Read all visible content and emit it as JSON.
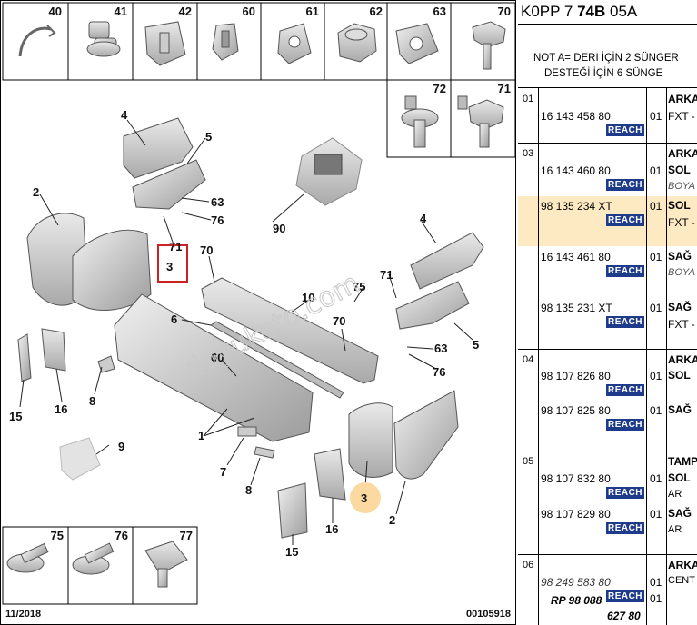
{
  "header": {
    "code_a": "K0PP 7",
    "code_b": "74B",
    "code_c": "05A"
  },
  "note": {
    "line1": "NOT A= DERI İÇİN 2 SÜNGER",
    "line2": "DESTEĞİ İÇİN 6 SÜNGE"
  },
  "reach_label": "REACH",
  "groups": [
    {
      "num": "01",
      "rows": [
        {
          "part": "16 143 458 80",
          "qty": "01",
          "desc": [
            "ARKA",
            "FXT -"
          ]
        }
      ]
    },
    {
      "num": "03",
      "rows": [
        {
          "part": "16 143 460 80",
          "qty": "01",
          "desc": [
            "ARKA",
            "SOL",
            "BOYA"
          ]
        },
        {
          "part": "98 135 234 XT",
          "qty": "01",
          "desc": [
            "SOL",
            "FXT -"
          ]
        },
        {
          "part": "16 143 461 80",
          "qty": "01",
          "desc": [
            "SAĞ",
            "BOYA"
          ]
        },
        {
          "part": "98 135 231 XT",
          "qty": "01",
          "desc": [
            "SAĞ",
            "FXT -"
          ]
        }
      ]
    },
    {
      "num": "04",
      "rows": [
        {
          "part": "98 107 826 80",
          "qty": "01",
          "desc": [
            "ARKA",
            "SOL"
          ]
        },
        {
          "part": "98 107 825 80",
          "qty": "01",
          "desc": [
            "SAĞ"
          ]
        }
      ]
    },
    {
      "num": "05",
      "rows": [
        {
          "part": "98 107 832 80",
          "qty": "01",
          "desc": [
            "TAMP",
            "SOL",
            "AR"
          ]
        },
        {
          "part": "98 107 829 80",
          "qty": "01",
          "desc": [
            "SAĞ",
            "AR"
          ]
        }
      ]
    },
    {
      "num": "06",
      "rows": [
        {
          "part": "98 249 583 80",
          "qty": "01",
          "desc": [
            "ARKA",
            "CENT"
          ]
        },
        {
          "part": "RP 98 088",
          "qty": "01",
          "desc": []
        },
        {
          "part": "627 80",
          "qty": "",
          "desc": []
        }
      ]
    }
  ],
  "thumbs_top": [
    "40",
    "41",
    "42",
    "60",
    "61",
    "62",
    "63",
    "70"
  ],
  "thumbs_right": [
    "72",
    "71"
  ],
  "thumbs_bottom": [
    "75",
    "76",
    "77"
  ],
  "callouts": [
    "4",
    "5",
    "2",
    "63",
    "76",
    "90",
    "71",
    "70",
    "3",
    "4",
    "71",
    "75",
    "10",
    "6",
    "70",
    "63",
    "5",
    "76",
    "60",
    "8",
    "15",
    "16",
    "1",
    "9",
    "7",
    "8",
    "3",
    "2",
    "16",
    "15"
  ],
  "footer": {
    "date": "11/2018",
    "drawing_id": "00105918"
  },
  "watermark": "duyukoto.com",
  "colors": {
    "reach_bg": "#1e3a8a",
    "highlight": "#fde9c2",
    "callout_circle": "#fbd9a0",
    "callout_box": "#cc2222"
  }
}
